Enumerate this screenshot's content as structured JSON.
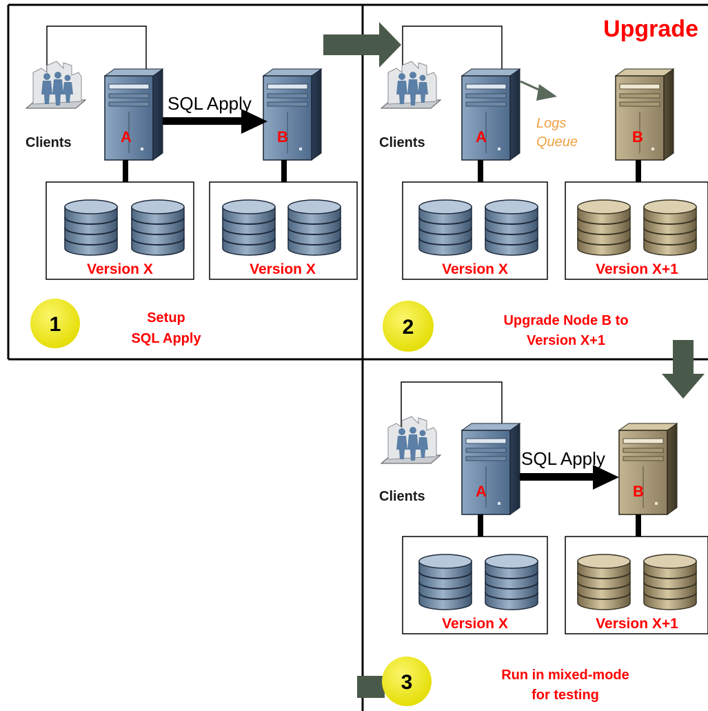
{
  "panels": {
    "p1": {
      "clients_label": "Clients",
      "sql_apply_label": "SQL Apply",
      "node_a": "A",
      "node_b": "B",
      "version_a": "Version X",
      "version_b": "Version X",
      "step_number": "1",
      "step_line1": "Setup",
      "step_line2": "SQL Apply"
    },
    "p2": {
      "title": "Upgrade",
      "clients_label": "Clients",
      "logs_line1": "Logs",
      "logs_line2": "Queue",
      "node_a": "A",
      "node_b": "B",
      "version_a": "Version X",
      "version_b": "Version X+1",
      "step_number": "2",
      "step_line1": "Upgrade Node B to",
      "step_line2": "Version X+1"
    },
    "p3": {
      "clients_label": "Clients",
      "sql_apply_label": "SQL Apply",
      "node_a": "A",
      "node_b": "B",
      "version_a": "Version X",
      "version_b": "Version X+1",
      "step_number": "3",
      "step_line1": "Run in mixed-mode",
      "step_line2": "for testing"
    }
  },
  "colors": {
    "server_blue": "#5d7a9a",
    "server_tan": "#a89a78",
    "disk_blue": "#7c94ae",
    "disk_tan": "#b0a07a",
    "label_red": "#ff0000",
    "logs_orange": "#f0a040",
    "step_circle": "#f0ec00",
    "flow_arrow": "#4a5a4a"
  }
}
